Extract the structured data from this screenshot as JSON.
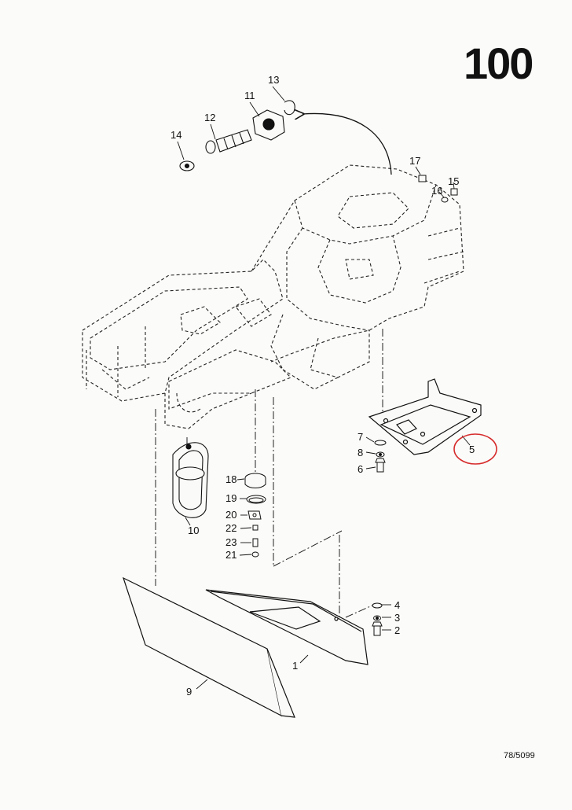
{
  "page_number": "100",
  "reference_code": "78/5099",
  "highlight_color": "#d62b2b",
  "highlighted_part": "5",
  "parts": [
    {
      "id": "p1",
      "label": "1"
    },
    {
      "id": "p2",
      "label": "2"
    },
    {
      "id": "p3",
      "label": "3"
    },
    {
      "id": "p4",
      "label": "4"
    },
    {
      "id": "p5",
      "label": "5"
    },
    {
      "id": "p6",
      "label": "6"
    },
    {
      "id": "p7",
      "label": "7"
    },
    {
      "id": "p8",
      "label": "8"
    },
    {
      "id": "p9",
      "label": "9"
    },
    {
      "id": "p10",
      "label": "10"
    },
    {
      "id": "p11",
      "label": "11"
    },
    {
      "id": "p12",
      "label": "12"
    },
    {
      "id": "p13",
      "label": "13"
    },
    {
      "id": "p14",
      "label": "14"
    },
    {
      "id": "p15",
      "label": "15"
    },
    {
      "id": "p16",
      "label": "16"
    },
    {
      "id": "p17",
      "label": "17"
    },
    {
      "id": "p18",
      "label": "18"
    },
    {
      "id": "p19",
      "label": "19"
    },
    {
      "id": "p20",
      "label": "20"
    },
    {
      "id": "p21",
      "label": "21"
    },
    {
      "id": "p22",
      "label": "22"
    },
    {
      "id": "p23",
      "label": "23"
    }
  ]
}
